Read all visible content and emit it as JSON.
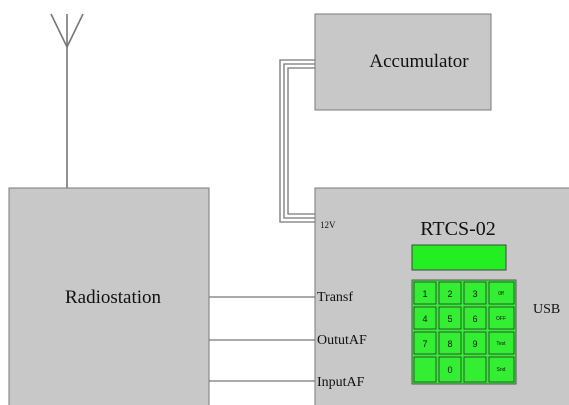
{
  "diagram": {
    "accumulator_label": "Accumulator",
    "radiostation_label": "Radiostation",
    "device": {
      "title": "RTCS-02",
      "power_label": "12V",
      "usb_label": "USB",
      "port_labels": [
        "Transf",
        "OututAF",
        "InputAF"
      ]
    },
    "keypad": {
      "keys": [
        [
          "1",
          "2",
          "3",
          "0ff"
        ],
        [
          "4",
          "5",
          "6",
          "OFF"
        ],
        [
          "7",
          "8",
          "9",
          "Test"
        ],
        [
          "",
          "0",
          "",
          "Snd"
        ]
      ]
    }
  },
  "colors": {
    "box_fill": "#c8c8c8",
    "box_stroke": "#7a7a7a",
    "display_green": "#22ee22",
    "key_green": "#33ee33",
    "wire": "#777777"
  }
}
